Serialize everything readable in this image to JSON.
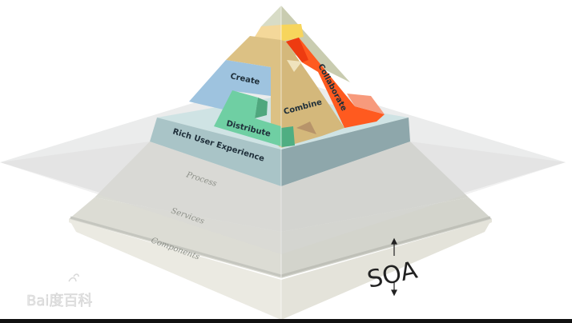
{
  "diagram": {
    "layers": {
      "rich_user_experience": "Rich User Experience",
      "process": "Process",
      "services": "Services",
      "components": "Components"
    },
    "capabilities": {
      "create": "Create",
      "distribute": "Distribute",
      "combine": "Combine",
      "collaborate": "Collaborate"
    },
    "soa_label": "SOA",
    "watermark": "Bai度百科",
    "colors": {
      "create": "#9ec3df",
      "distribute": "#6fcfa3",
      "combine": "#dcc184",
      "collaborate": "#ff5a1f",
      "rue": "#a9c4c7",
      "plane": "#d6d8d8"
    }
  }
}
